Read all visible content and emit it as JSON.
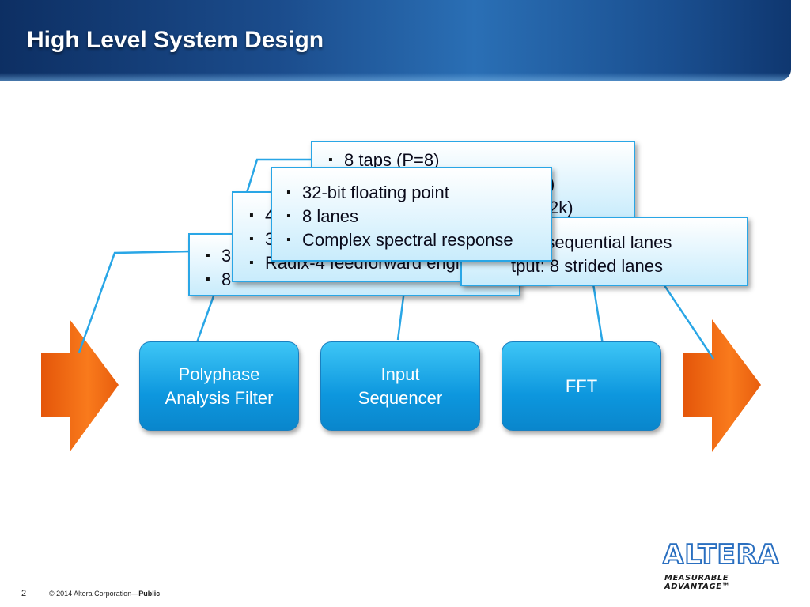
{
  "slide": {
    "title": "High Level System Design",
    "page_number": "2",
    "footer_text": "© 2014 Altera Corporation—",
    "footer_emphasis": "Public"
  },
  "blocks": [
    {
      "id": "pfb",
      "label": "Polyphase\nAnalysis Filter"
    },
    {
      "id": "seq",
      "label": "Input\nSequencer"
    },
    {
      "id": "fft",
      "label": "FFT"
    }
  ],
  "callouts": {
    "filter_back": [
      "3",
      "8"
    ],
    "seq_back": [
      "4",
      "3",
      "Radix-4 feedforward engine"
    ],
    "fft_back": [
      "8 taps (P=8)",
      ")",
      "2k)"
    ],
    "lanes": [
      "8 sequential lanes",
      "tput: 8 strided lanes"
    ],
    "front": [
      "32-bit floating point",
      "8 lanes",
      "Complex spectral response"
    ]
  },
  "logo": {
    "name": "ALTERA",
    "tagline": "MEASURABLE ADVANTAGE™",
    "brand_color": "#2a6fc0"
  },
  "colors": {
    "header": "#1b4c8c",
    "block": "#0d97de",
    "arrow": "#f26a12",
    "callout_border": "#29a6e6"
  }
}
